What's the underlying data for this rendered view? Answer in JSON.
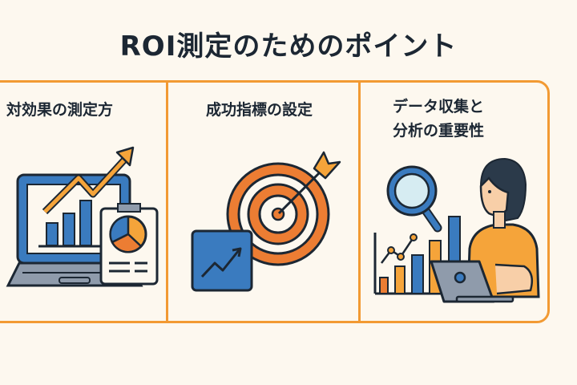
{
  "title": "ROI測定のためのポイント",
  "colors": {
    "background": "#fdf8ef",
    "frame": "#f29a33",
    "text": "#1c2733",
    "blue": "#3a7bbf",
    "orange": "#ec7d33",
    "yellow": "#f5a43a",
    "gray": "#8f9bab"
  },
  "cards": [
    {
      "heading": "対効果の測定方",
      "icon": "laptop-growth-chart-with-pie-report"
    },
    {
      "heading": "成功指標の設定",
      "icon": "target-with-arrow-and-trend-card"
    },
    {
      "heading_line1": "データ収集と",
      "heading_line2": "分析の重要性",
      "icon": "person-analyzing-data-with-magnifier"
    }
  ]
}
